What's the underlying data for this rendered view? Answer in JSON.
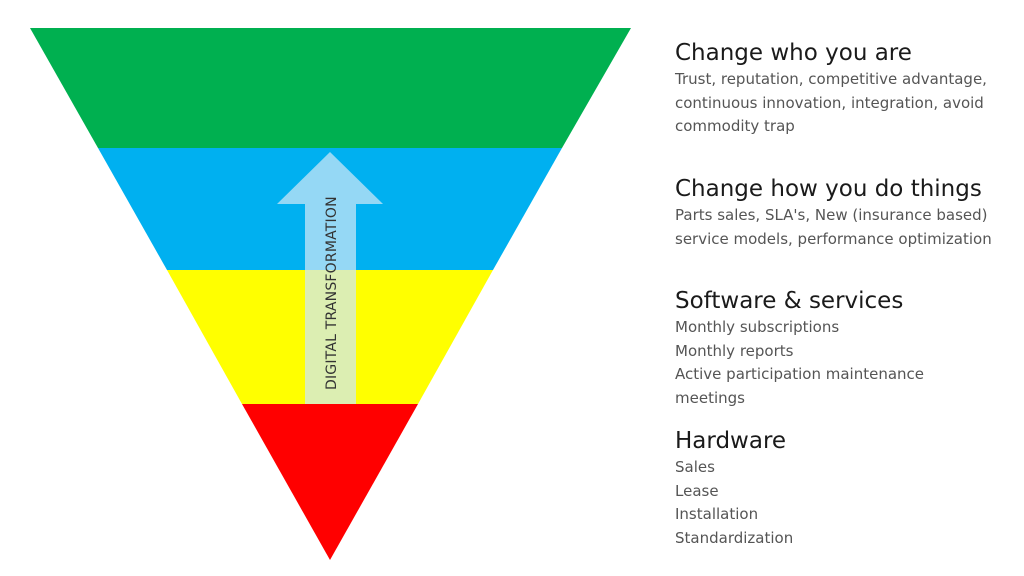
{
  "arrow": {
    "label": "DIGITAL TRANSFORMATION"
  },
  "layers": [
    {
      "title": "Change who you are",
      "color": "#00b050",
      "lines": [
        "Trust, reputation, competitive advantage,",
        "continuous innovation, integration, avoid",
        "commodity trap"
      ]
    },
    {
      "title": "Change how you do things",
      "color": "#00b0f0",
      "lines": [
        "Parts sales, SLA's, New (insurance based)",
        "service models, performance optimization"
      ]
    },
    {
      "title": "Software & services",
      "color": "#ffff00",
      "lines": [
        "Monthly subscriptions",
        "Monthly reports",
        "Active participation maintenance",
        "meetings"
      ]
    },
    {
      "title": "Hardware",
      "color": "#ff0000",
      "lines": [
        "Sales",
        "Lease",
        "Installation",
        "Standardization"
      ]
    }
  ],
  "colors": {
    "arrow_fill": "#cfe8f7"
  }
}
